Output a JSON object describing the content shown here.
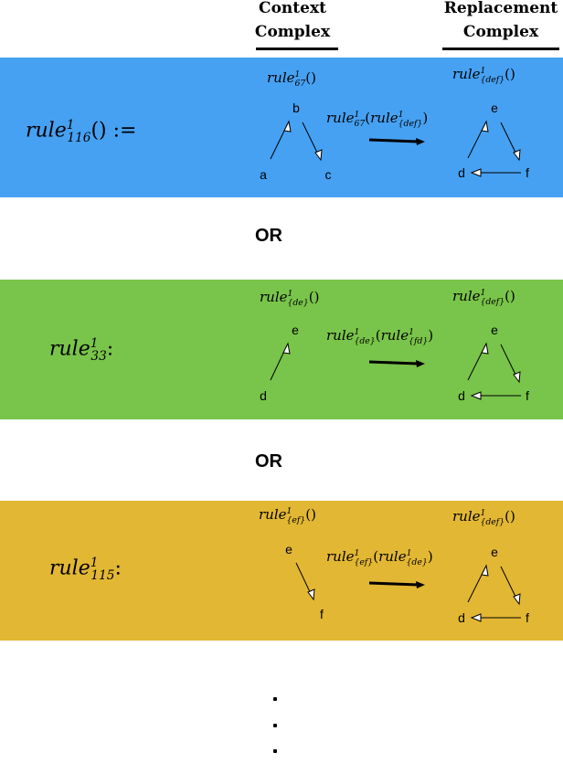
{
  "headers": {
    "context": [
      "Context",
      "Complex"
    ],
    "replacement": [
      "Replacement",
      "Complex"
    ]
  },
  "colors": {
    "band1": "#46a1f2",
    "band2": "#79c44a",
    "band3": "#e2b733"
  },
  "rows": [
    {
      "lhs": {
        "name": "rule",
        "sup": "1",
        "sub": "116",
        "suffix": "() :="
      },
      "context_label": {
        "name": "rule",
        "sup": "1",
        "sub": "67",
        "suffix": "()"
      },
      "arrow_label": {
        "name": "rule",
        "sup": "1",
        "sub": "67",
        "inner_name": "rule",
        "inner_sup": "1",
        "inner_sub": "{def}"
      },
      "replacement_label": {
        "name": "rule",
        "sup": "1",
        "sub": "{def}",
        "suffix": "()"
      },
      "context_nodes": [
        "a",
        "b",
        "c"
      ],
      "replacement_nodes": [
        "d",
        "e",
        "f"
      ]
    },
    {
      "lhs": {
        "name": "rule",
        "sup": "1",
        "sub": "33",
        "suffix": ":"
      },
      "context_label": {
        "name": "rule",
        "sup": "1",
        "sub": "{de}",
        "suffix": "()"
      },
      "arrow_label": {
        "name": "rule",
        "sup": "1",
        "sub": "{de}",
        "inner_name": "rule",
        "inner_sup": "1",
        "inner_sub": "{fd}"
      },
      "replacement_label": {
        "name": "rule",
        "sup": "1",
        "sub": "{def}",
        "suffix": "()"
      },
      "context_nodes": [
        "d",
        "e"
      ],
      "replacement_nodes": [
        "d",
        "e",
        "f"
      ]
    },
    {
      "lhs": {
        "name": "rule",
        "sup": "1",
        "sub": "115",
        "suffix": ":"
      },
      "context_label": {
        "name": "rule",
        "sup": "1",
        "sub": "{ef}",
        "suffix": "()"
      },
      "arrow_label": {
        "name": "rule",
        "sup": "1",
        "sub": "{ef}",
        "inner_name": "rule",
        "inner_sup": "1",
        "inner_sub": "{de}"
      },
      "replacement_label": {
        "name": "rule",
        "sup": "1",
        "sub": "{def}",
        "suffix": "()"
      },
      "context_nodes": [
        "e",
        "f"
      ],
      "replacement_nodes": [
        "d",
        "e",
        "f"
      ]
    }
  ],
  "separators": [
    "OR",
    "OR"
  ]
}
